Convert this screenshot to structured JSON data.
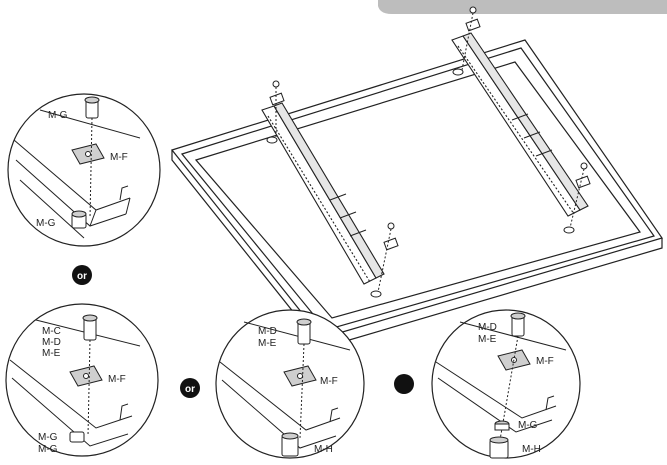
{
  "separator": "or",
  "details": [
    {
      "labels": [
        "M-G",
        "M-F",
        "M-G"
      ]
    },
    {
      "labels": [
        "M-C",
        "M-D",
        "M-E",
        "M-F",
        "M-G",
        "M-G"
      ]
    },
    {
      "labels": [
        "M-D",
        "M-E",
        "M-F",
        "M-H"
      ]
    },
    {
      "labels": [
        "M-D",
        "M-E",
        "M-F",
        "M-G",
        "M-H"
      ]
    }
  ],
  "colors": {
    "line": "#222222",
    "fill": "#ffffff",
    "shade": "#cfcfcf",
    "banner": "#bdbdbd"
  }
}
